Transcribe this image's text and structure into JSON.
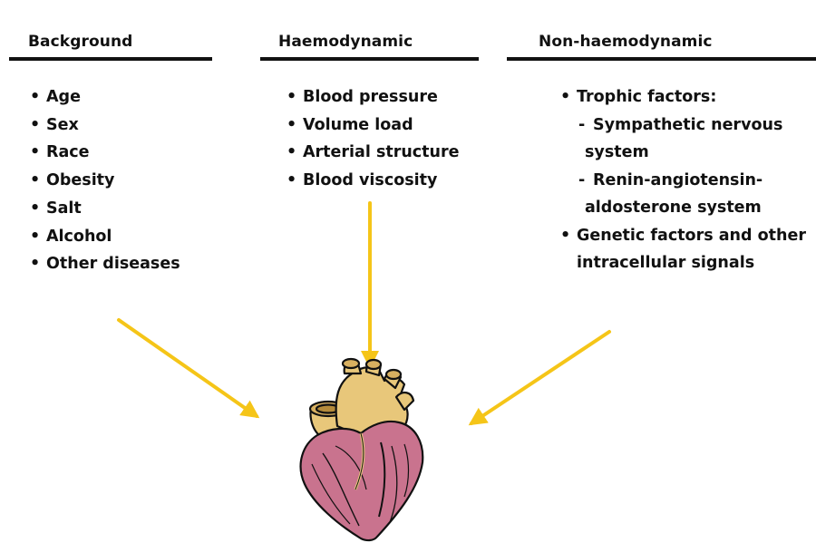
{
  "columns": {
    "background": {
      "title": "Background",
      "items": [
        "Age",
        "Sex",
        "Race",
        "Obesity",
        "Salt",
        "Alcohol",
        "Other diseases"
      ]
    },
    "haemodynamic": {
      "title": "Haemodynamic",
      "items": [
        "Blood pressure",
        "Volume load",
        "Arterial structure",
        "Blood viscosity"
      ]
    },
    "non_haemodynamic": {
      "title": "Non-haemodynamic",
      "items": [
        "Trophic factors:",
        "Sympathetic nervous",
        "system",
        "Renin-angiotensin-",
        "aldosterone system",
        "Genetic factors and other",
        "intracellular signals"
      ]
    }
  },
  "colors": {
    "arrow": "#f5c518",
    "heart_muscle": "#c9738e",
    "heart_vessels": "#e8c77a",
    "ink": "#111111"
  },
  "icons": {
    "heart": "heart-illustration"
  }
}
